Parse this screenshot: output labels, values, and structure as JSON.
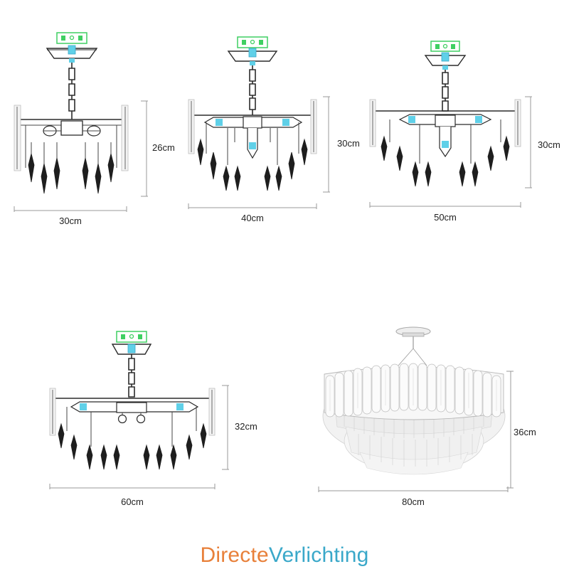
{
  "colors": {
    "brand_orange": "#e8803a",
    "brand_teal": "#3aa8c9",
    "fitting_green": "#3fcf62",
    "fitting_cyan": "#5fd0e8",
    "ink": "#2b2b2b",
    "dimension_line": "#9a9a9a"
  },
  "variants": [
    {
      "width_label": "30cm",
      "height_label": "26cm"
    },
    {
      "width_label": "40cm",
      "height_label": "30cm"
    },
    {
      "width_label": "50cm",
      "height_label": "30cm"
    },
    {
      "width_label": "60cm",
      "height_label": "32cm"
    },
    {
      "width_label": "80cm",
      "height_label": "36cm"
    }
  ],
  "brand": {
    "part1": "Directe",
    "part2": "Verlichting"
  }
}
